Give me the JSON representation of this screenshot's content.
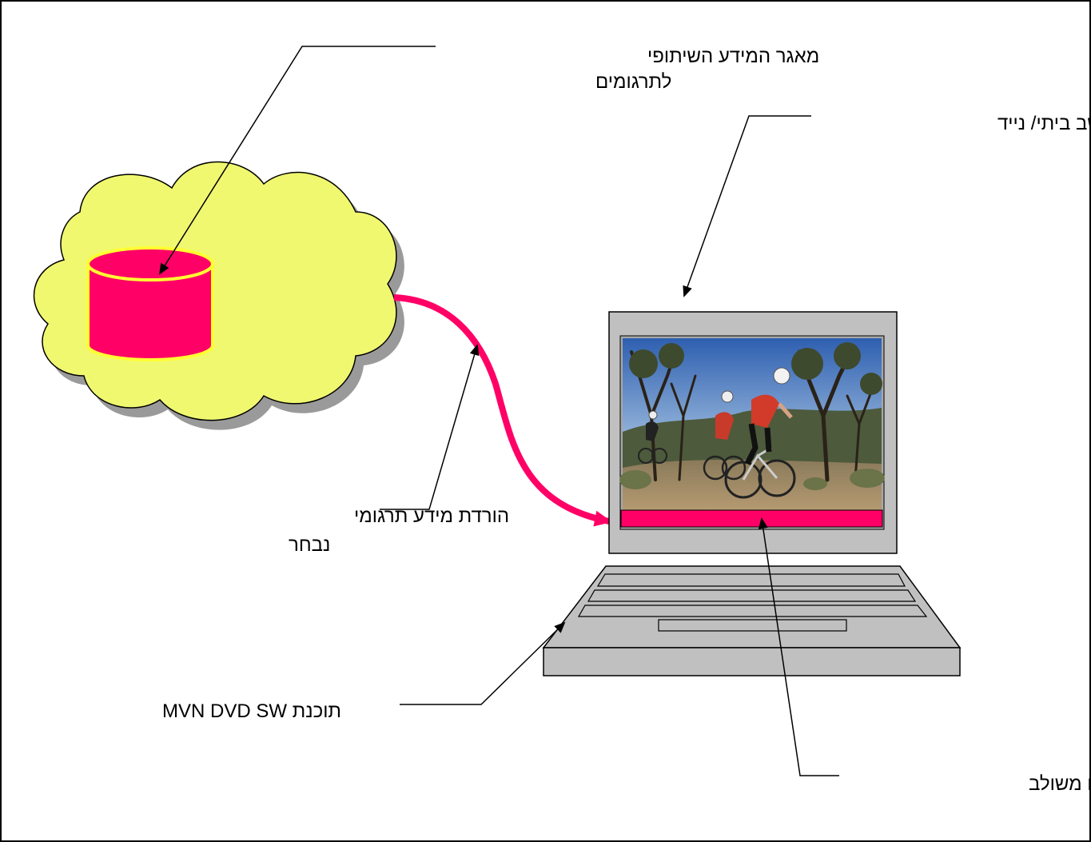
{
  "colors": {
    "cloud_fill": "#f0f870",
    "cloud_shadow": "#9a9a9a",
    "database_fill": "#ff0066",
    "database_rim": "#ffff33",
    "arrow": "#ff0066",
    "laptop_body": "#c0c0c0",
    "subtitle_bar": "#ff0066",
    "outline": "#000000"
  },
  "icons": {
    "cloud": "cloud-icon",
    "database": "database-cylinder-icon",
    "laptop": "laptop-icon",
    "screen_image": "mountain-bikers-photo"
  },
  "labels": {
    "database": {
      "line1": "מאגר המידע השיתופי",
      "line2": "לתרגומים"
    },
    "computer": "מחשב ביתי/ נייד",
    "download": {
      "line1": "הורדת מידע תרגומי",
      "line2": "נבחר"
    },
    "software": "MVN DVD SW תוכנת",
    "subtitle_bar": "פס תרגום משולב"
  }
}
